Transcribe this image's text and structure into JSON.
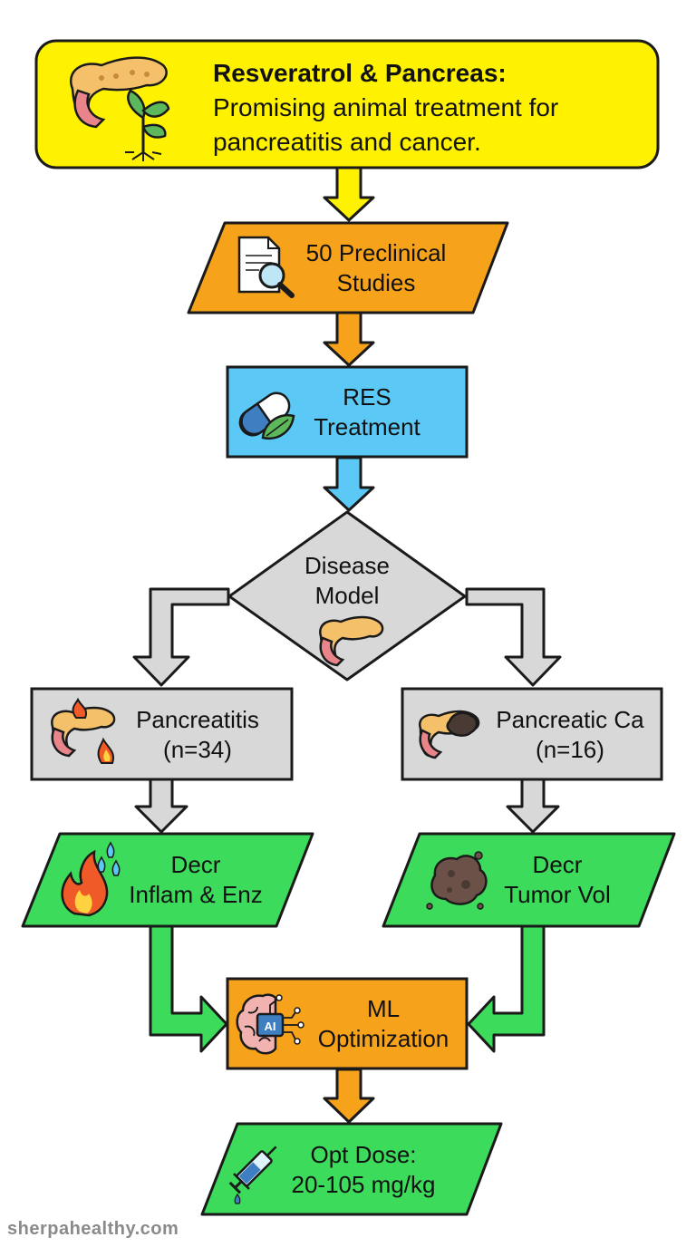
{
  "header": {
    "title": "Resveratrol & Pancreas:",
    "line2": "Promising animal treatment for",
    "line3": "pancreatitis and cancer."
  },
  "nodes": {
    "studies": {
      "line1": "50 Preclinical",
      "line2": "Studies"
    },
    "treatment": {
      "line1": "RES",
      "line2": "Treatment"
    },
    "disease_model": {
      "line1": "Disease",
      "line2": "Model"
    },
    "pancreatitis": {
      "line1": "Pancreatitis",
      "line2": "(n=34)"
    },
    "pancreatic_ca": {
      "line1": "Pancreatic Ca",
      "line2": "(n=16)"
    },
    "decr_inflam": {
      "line1": "Decr",
      "line2": "Inflam & Enz"
    },
    "decr_tumor": {
      "line1": "Decr",
      "line2": "Tumor Vol"
    },
    "ml": {
      "line1": "ML",
      "line2": "Optimization",
      "chip_label": "AI"
    },
    "dose": {
      "line1": "Opt Dose:",
      "line2": "20-105 mg/kg"
    }
  },
  "watermark": "sherpahealthy.com",
  "colors": {
    "yellow": "#FFF200",
    "orange": "#F7A21B",
    "blue": "#5BC8F5",
    "gray": "#D8D8D8",
    "green": "#3DDB5B",
    "outline": "#1a1a1a"
  },
  "icons": [
    "pancreas-plant-icon",
    "document-magnifier-icon",
    "capsule-leaf-icon",
    "pancreas-icon",
    "pancreas-fire-icon",
    "pancreas-tumor-icon",
    "fire-droplets-icon",
    "tumor-icon",
    "ai-brain-icon",
    "syringe-icon"
  ]
}
